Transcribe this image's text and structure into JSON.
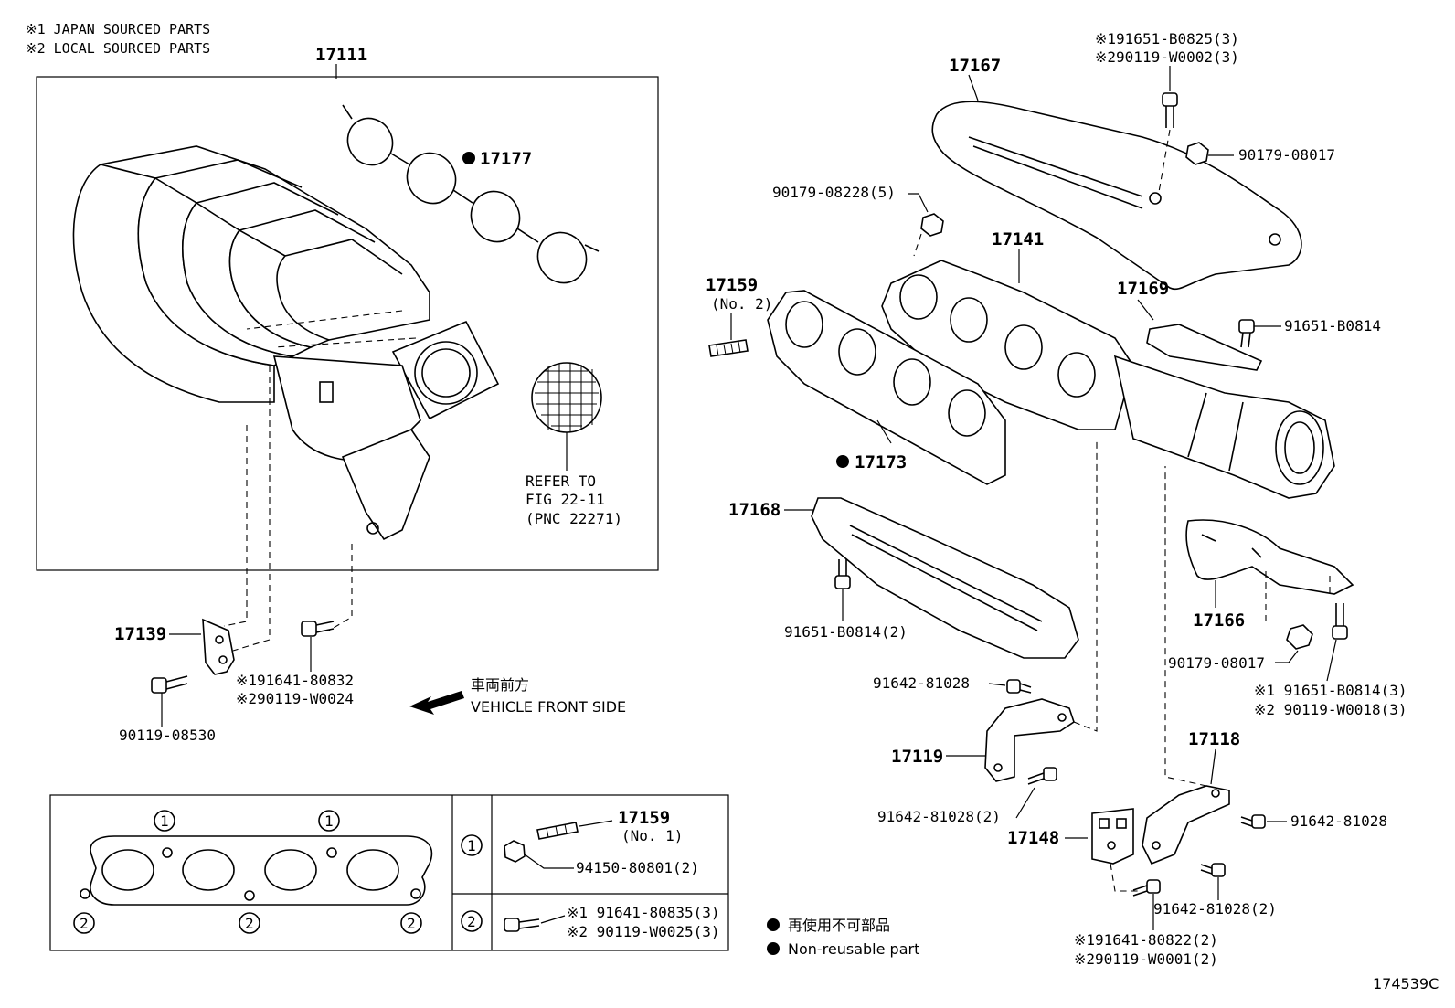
{
  "header": {
    "note_1": "※1 JAPAN SOURCED PARTS",
    "note_2": "※2 LOCAL SOURCED PARTS"
  },
  "intake": {
    "box_label": "17111",
    "gasket": "17177",
    "refer_line1": "REFER TO",
    "refer_line2": "FIG 22-11",
    "refer_line3": "(PNC 22271)",
    "bracket": "17139",
    "bracket_bolt": "90119-08530",
    "stud_bolt_1": "※191641-80832",
    "stud_bolt_2": "※290119-W0024"
  },
  "front": {
    "jp": "車両前方",
    "en": "VEHICLE FRONT SIDE"
  },
  "exhaust": {
    "heat_insulator_upper": "17167",
    "bolt_top_1": "※191651-B0825(3)",
    "bolt_top_2": "※290119-W0002(3)",
    "nut_top": "90179-08017",
    "nut_left": "90179-08228(5)",
    "manifold": "17141",
    "stud": "17159",
    "stud_sub": "(No. 2)",
    "gasket": "17173",
    "insulator_bracket": "17169",
    "insulator_bracket_bolt": "91651-B0814",
    "heat_insulator_lower": "17168",
    "lower_bolt": "91651-B0814(2)",
    "insulator_rear": "17166",
    "nut_rear": "90179-08017",
    "bolt_rear_1": "※1 91651-B0814(3)",
    "bolt_rear_2": "※2 90119-W0018(3)",
    "bolt_mid": "91642-81028",
    "stay_left": "17119",
    "stay_left_bolt": "91642-81028(2)",
    "stay_right": "17118",
    "stay_right_bolt": "91642-81028",
    "plate": "17148",
    "plate_bolt": "91642-81028(2)",
    "plate_bolt_jp_1": "※191641-80822(2)",
    "plate_bolt_jp_2": "※290119-W0001(2)"
  },
  "legend": {
    "jp": "再使用不可部品",
    "en": "Non-reusable part"
  },
  "inset": {
    "marker_1": "1",
    "marker_2": "2",
    "stud": "17159",
    "stud_sub": "(No. 1)",
    "nut": "94150-80801(2)",
    "bolt_1": "※1 91641-80835(3)",
    "bolt_2": "※2 90119-W0025(3)"
  },
  "figure_id": "174539C"
}
